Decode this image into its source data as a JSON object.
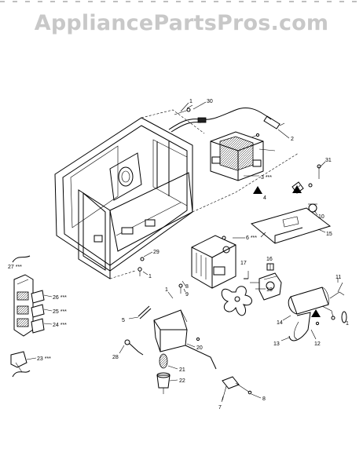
{
  "watermark": "AppliancePartsPros.com",
  "diagram": {
    "callouts": {
      "c1_top": "1",
      "c30": "30",
      "c2": "2",
      "c3": "3 ***",
      "c31": "31",
      "c10": "10",
      "c15": "15",
      "c29": "29",
      "c1_mid": "1",
      "c6": "6 ***",
      "c17": "17",
      "c16": "16",
      "c18": "18",
      "c9": "9",
      "c27": "27 ***",
      "c26": "26 ***",
      "c25": "25 ***",
      "c24": "24 ***",
      "c23": "23 ***",
      "c5": "5",
      "c1_left": "1",
      "c8": "8",
      "c11": "11",
      "c14": "14",
      "c1_right": "1",
      "c12": "12",
      "c13": "13",
      "c20": "20",
      "c28": "28",
      "c21": "21",
      "c22": "22",
      "c7": "7",
      "c4": "4"
    }
  }
}
